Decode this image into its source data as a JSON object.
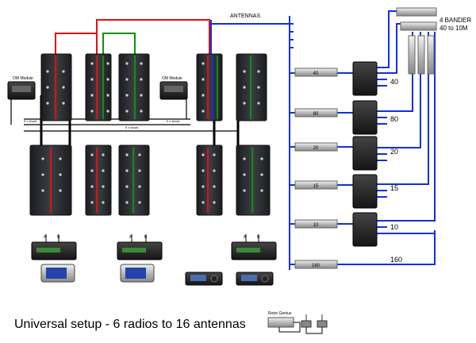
{
  "title": "Universal setup - 6 radios to 16 antennas",
  "antennas_label": "ANTENNAS",
  "beam_label": [
    "4 BANDER",
    "40 to 10M"
  ],
  "om_module_label": "OM Module",
  "rotor_label": "Rotor Genius",
  "band_labels": [
    "40",
    "80",
    "20",
    "15",
    "10",
    "160"
  ],
  "switch_box_labels": [
    "40",
    "80",
    "20",
    "15",
    "10",
    "160"
  ],
  "mini_labels": [
    "9 x shunt",
    "9 x shunt",
    "9 x shunt"
  ],
  "amp_port_labels": [
    "A",
    "B"
  ],
  "colors": {
    "red": "#e01010",
    "green": "#109010",
    "blue": "#1030e0",
    "black": "#000000",
    "panel": "#2a2d30"
  }
}
